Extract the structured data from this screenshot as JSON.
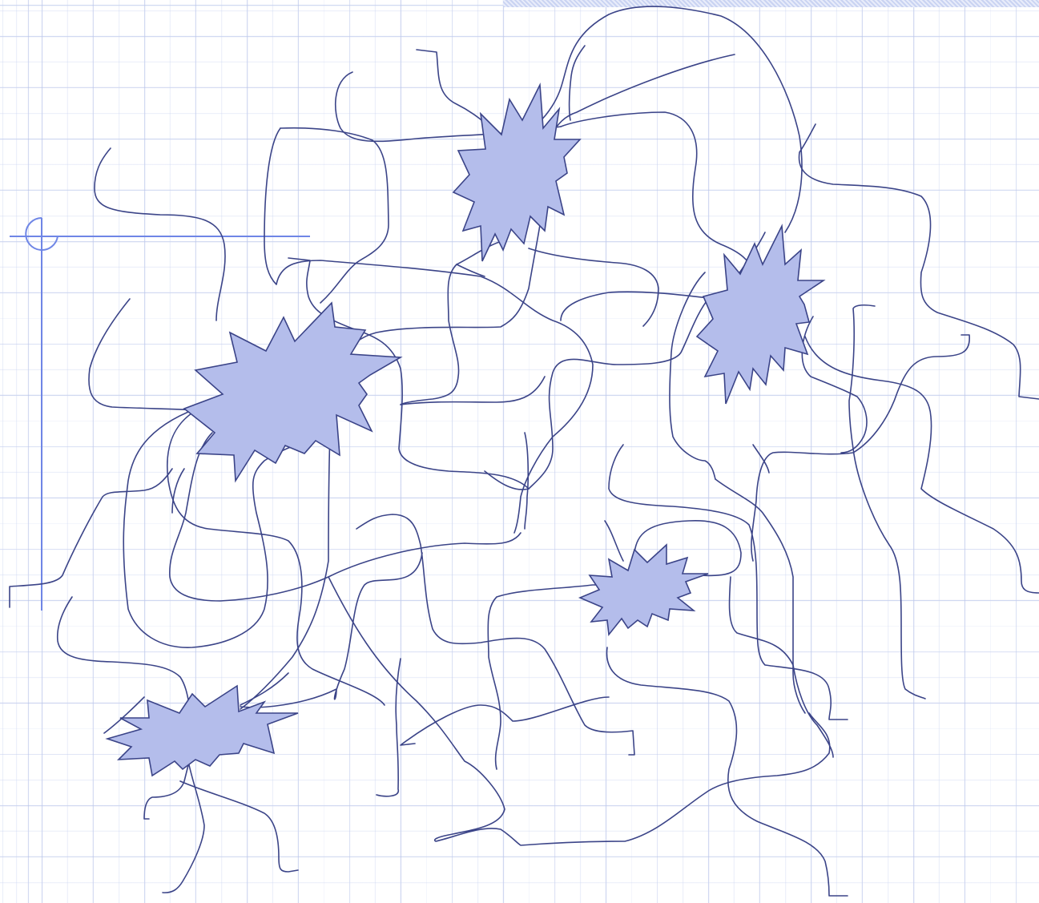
{
  "diagram": {
    "background": "grid",
    "colors": {
      "wire": "#3b4488",
      "burst_fill": "#b4bdeb",
      "corner_mark": "#6f86e6",
      "header_band": "#c9d3f2"
    },
    "elements": {
      "tangled_wires": "tangled-wires",
      "burst_shapes": [
        "burst-center-left",
        "burst-top-center",
        "burst-top-right",
        "burst-lower-center",
        "burst-bottom-left"
      ],
      "corner_mark": "corner-crosshair-mark",
      "header_band": "header-pattern-band"
    }
  }
}
